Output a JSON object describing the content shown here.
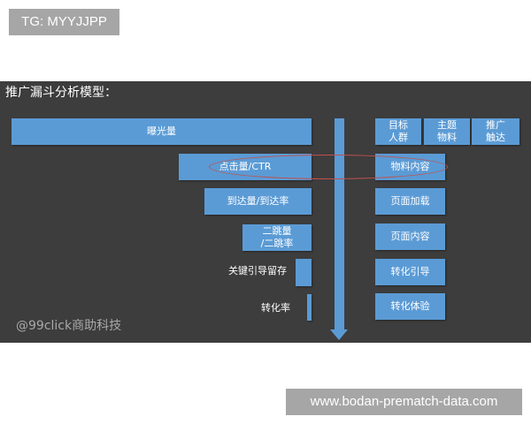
{
  "top_tag": "TG: MYYJJPP",
  "bottom_tag": "www.bodan-prematch-data.com",
  "diagram": {
    "title": "推广漏斗分析模型：",
    "watermark": "@99click商助科技",
    "funnel": [
      {
        "label": "曝光量"
      },
      {
        "label": "点击量/CTR"
      },
      {
        "label": "到达量/到达率"
      },
      {
        "label_line1": "二跳量",
        "label_line2": "/二跳率"
      },
      {
        "label": "关键引导留存"
      },
      {
        "label": "转化率"
      }
    ],
    "header_boxes": [
      {
        "line1": "目标",
        "line2": "人群"
      },
      {
        "line1": "主题",
        "line2": "物料"
      },
      {
        "line1": "推广",
        "line2": "触达"
      }
    ],
    "factors": [
      "物料内容",
      "页面加载",
      "页面内容",
      "转化引导",
      "转化体验"
    ],
    "colors": {
      "bar": "#5b9bd5",
      "background": "#3d3d3d",
      "highlight": "#c0504d"
    }
  }
}
